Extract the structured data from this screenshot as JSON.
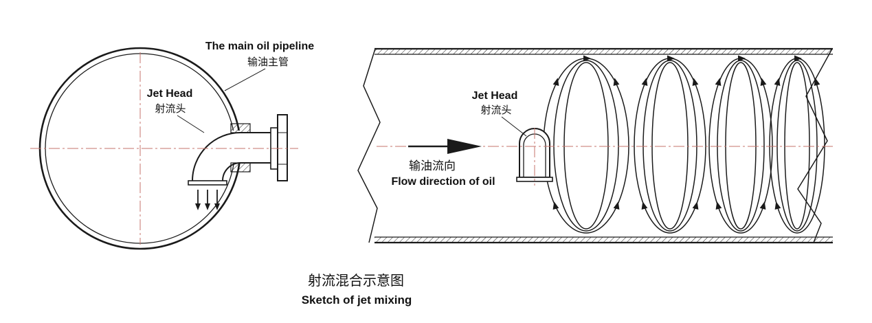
{
  "diagram": {
    "colors": {
      "centerline": "#c4736b",
      "line": "#1a1a1a"
    },
    "left_view": {
      "pipeline_label_en": "The main oil pipeline",
      "pipeline_label_zh": "输油主管",
      "jet_head_label_en": "Jet Head",
      "jet_head_label_zh": "射流头"
    },
    "right_view": {
      "jet_head_label_en": "Jet Head",
      "jet_head_label_zh": "射流头",
      "flow_direction_zh": "输油流向",
      "flow_direction_en": "Flow direction of oil"
    },
    "caption": {
      "zh": "射流混合示意图",
      "en": "Sketch of jet mixing"
    }
  }
}
